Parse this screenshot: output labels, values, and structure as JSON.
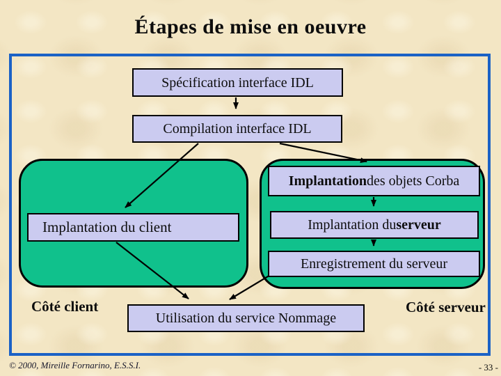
{
  "slide": {
    "title": "Étapes de mise en oeuvre",
    "footer": {
      "copyright": "© 2000, Mireille Fornarino, E.S.S.I.",
      "page_number": "- 33 -"
    }
  },
  "diagram": {
    "steps": {
      "spec": "Spécification interface IDL",
      "compilation": "Compilation interface IDL",
      "corba_bold": "Implantation",
      "corba_rest": " des objets Corba",
      "client": "Implantation du client",
      "serveur_pre": "Implantation du ",
      "serveur_bold": "serveur",
      "enregistrement": "Enregistrement du serveur",
      "nommage": "Utilisation du service Nommage"
    },
    "side_labels": {
      "client": "Côté client",
      "serveur": "Côté serveur"
    },
    "colors": {
      "background": "#F3E6C4",
      "frame_blue": "#1B62C6",
      "green": "#10C18C",
      "lavender": "#CBCBF0",
      "line": "#000000"
    }
  }
}
